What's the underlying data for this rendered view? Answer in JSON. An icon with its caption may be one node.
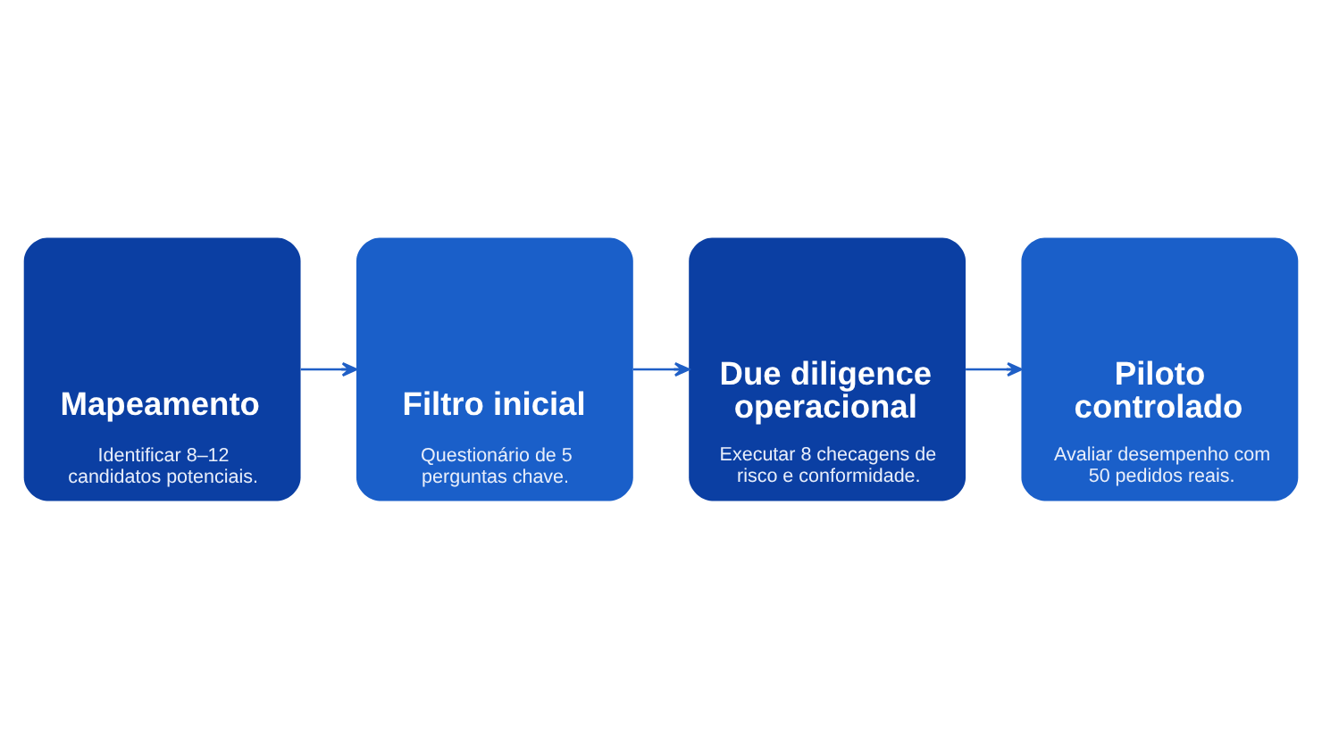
{
  "diagram": {
    "nodes": [
      {
        "text": [
          "Mapeamento",
          "Identificar 8–12 candidatos potenciais."
        ]
      },
      {
        "text": [
          "Filtro inicial",
          "Questionário de 5 perguntas chave."
        ]
      },
      {
        "text": [
          "Due diligence operacional",
          "Executar 8 checagens de risco e conformidade."
        ]
      },
      {
        "text": [
          "Piloto controlado",
          "Avaliar desempenho com 50 pedidos reais."
        ]
      }
    ],
    "edges": [
      {
        "from": 0,
        "to": 1,
        "arrow": "to"
      },
      {
        "from": 1,
        "to": 2,
        "arrow": "to"
      },
      {
        "from": 2,
        "to": 3,
        "arrow": "to"
      }
    ]
  }
}
